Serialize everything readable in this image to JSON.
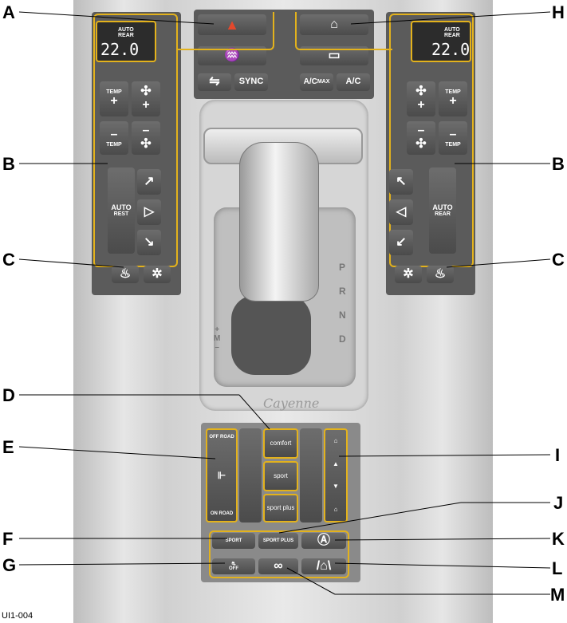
{
  "callouts": {
    "A": "A",
    "H": "H",
    "B_left": "B",
    "B_right": "B",
    "C_left": "C",
    "C_right": "C",
    "D": "D",
    "E": "E",
    "I": "I",
    "J": "J",
    "F": "F",
    "K": "K",
    "G": "G",
    "L": "L",
    "M": "M"
  },
  "caption": "UI1-004",
  "climate_left": {
    "mode": "AUTO",
    "zone": "REAR",
    "temp": "22.0",
    "temp_plus": "TEMP",
    "temp_minus": "TEMP",
    "plus": "+",
    "minus": "–",
    "auto_label": "AUTO",
    "auto_sub": "REST"
  },
  "climate_right": {
    "mode": "AUTO",
    "zone": "REAR",
    "temp": "22.0",
    "temp_plus": "TEMP",
    "temp_minus": "TEMP",
    "plus": "+",
    "minus": "–",
    "auto_label": "AUTO",
    "auto_sub": "REAR"
  },
  "center_top": {
    "sync": "SYNC",
    "ac_max": "A/C",
    "ac_max_sub": "MAX",
    "ac": "A/C"
  },
  "gear": {
    "p": "P",
    "r": "R",
    "n": "N",
    "d": "D",
    "plus": "+",
    "m": "M",
    "minus": "–",
    "brand": "Cayenne"
  },
  "drive": {
    "off_road": "OFF ROAD",
    "on_road": "ON ROAD",
    "comfort": "comfort",
    "sport": "sport",
    "sport_plus": "sport plus"
  },
  "bottom": {
    "sport": "SPORT",
    "sport_plus": "SPORT PLUS",
    "off": "OFF"
  }
}
